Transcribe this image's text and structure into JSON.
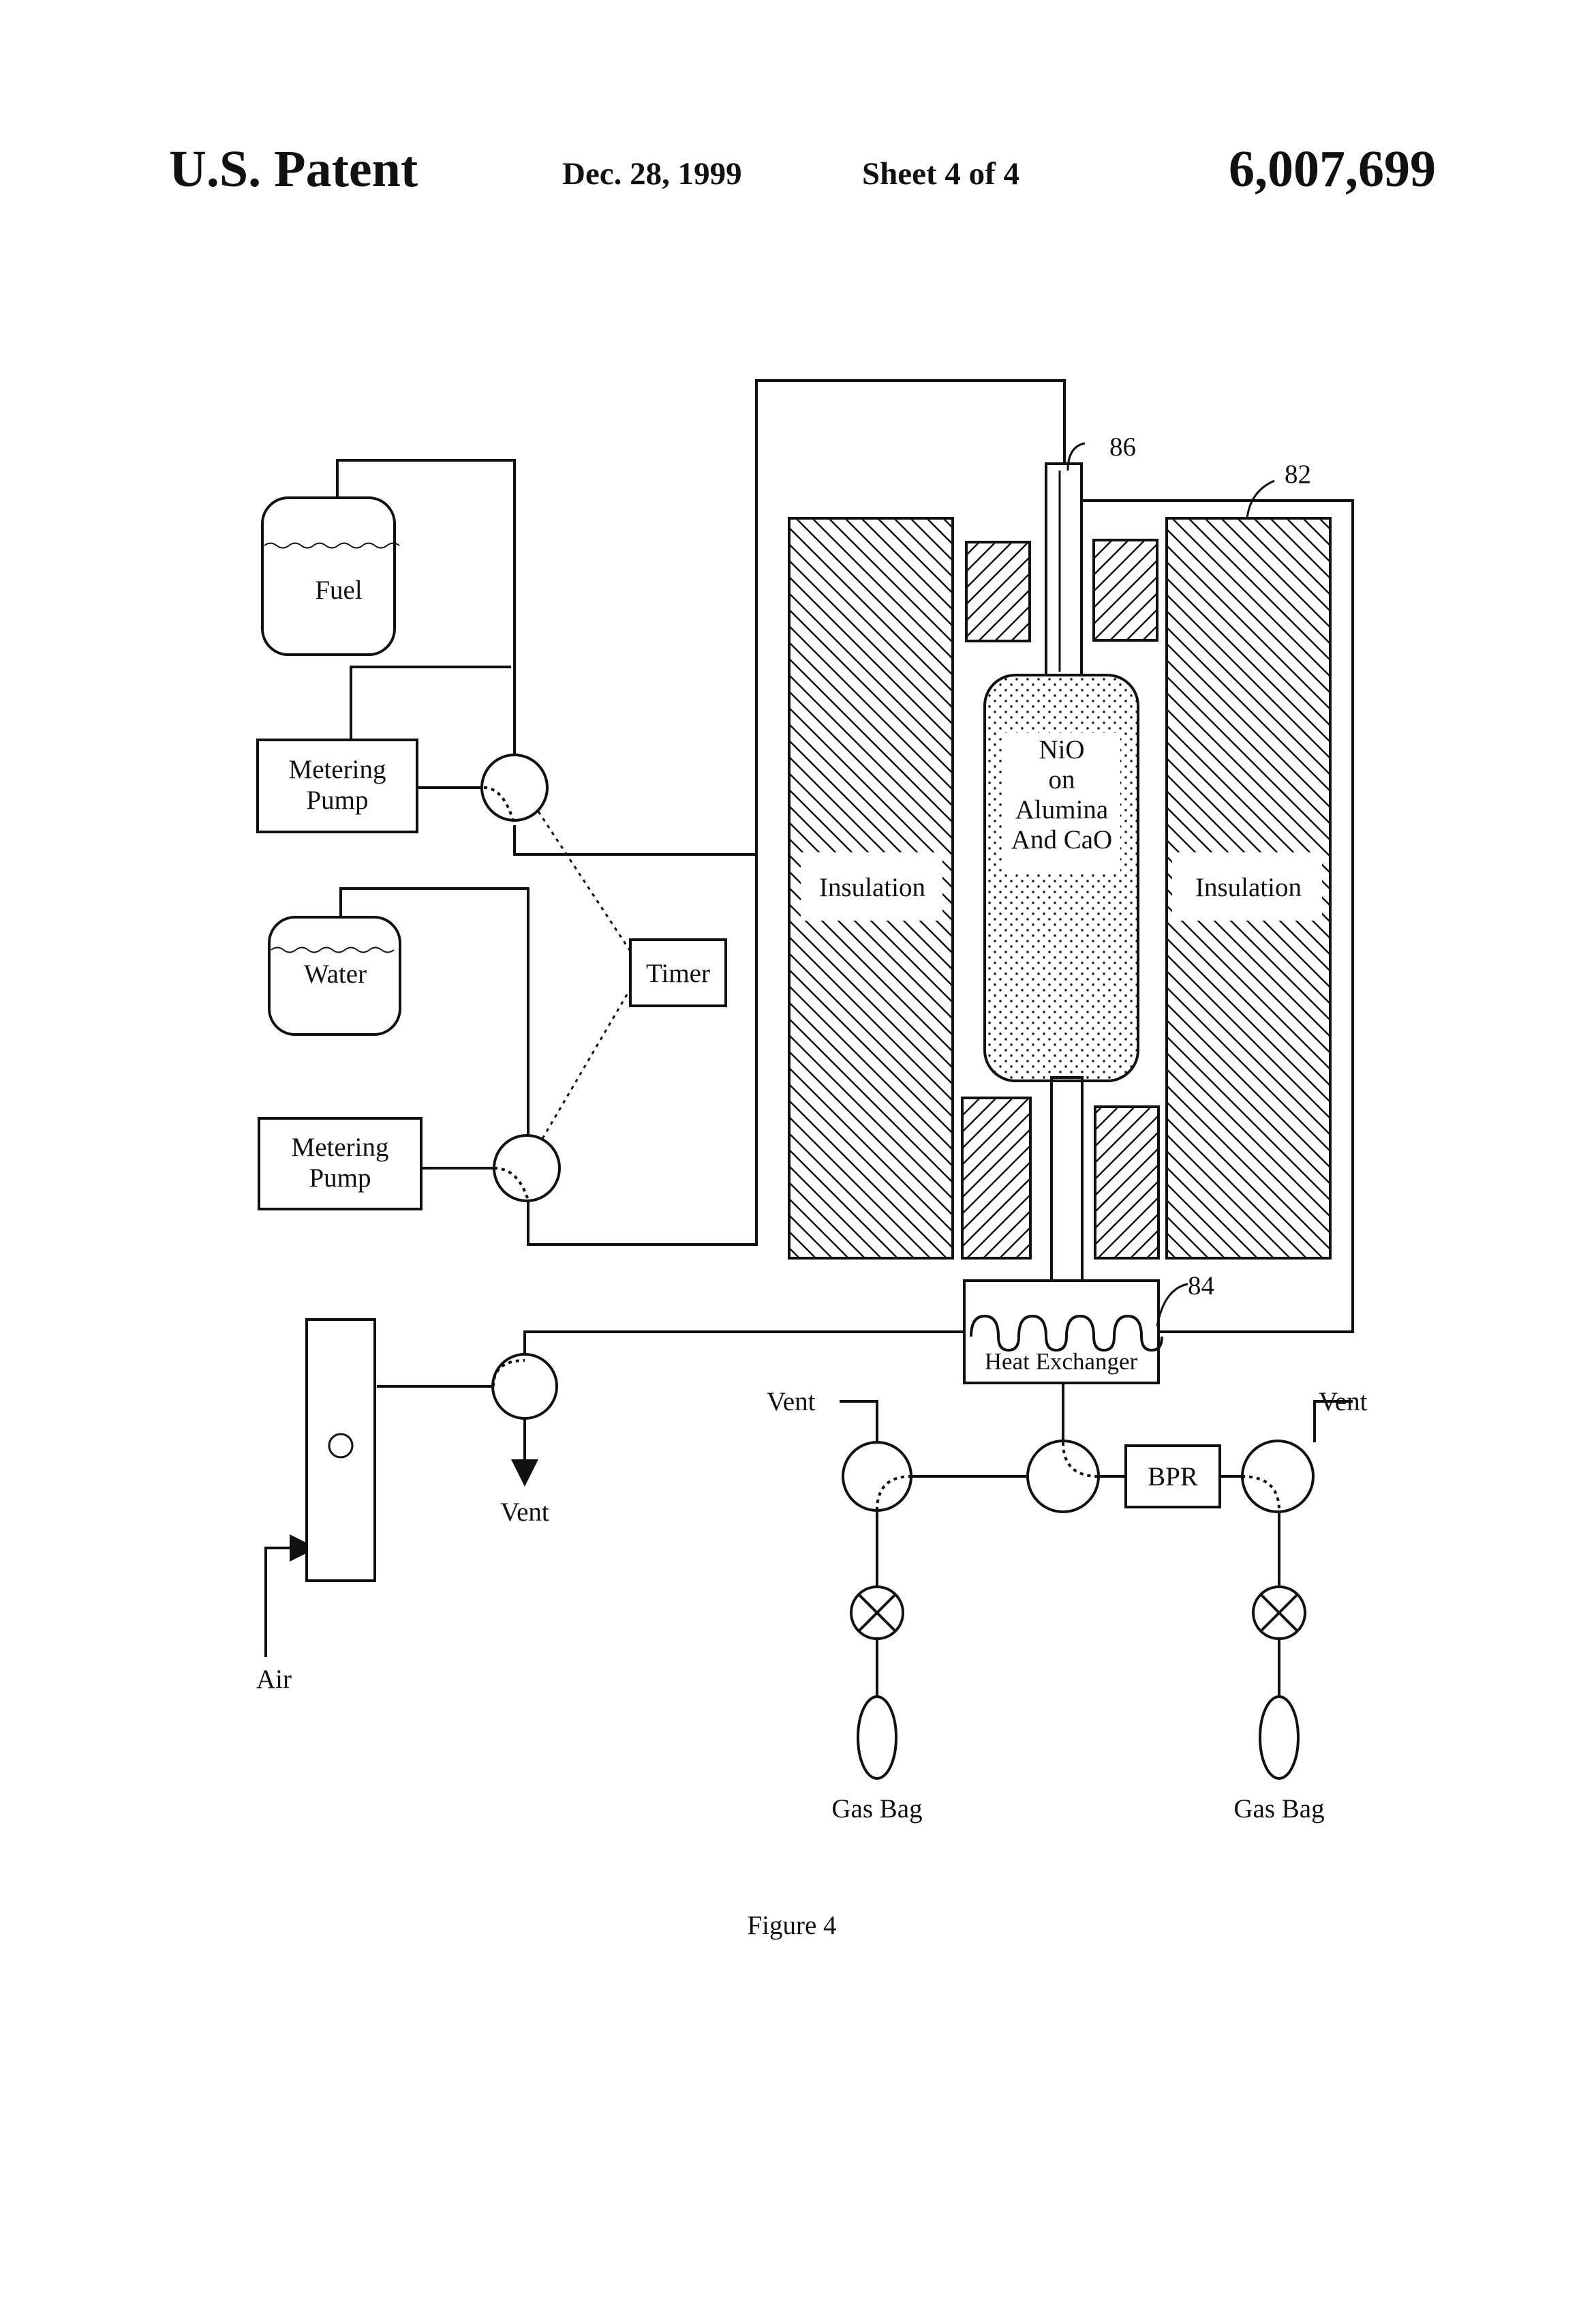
{
  "header": {
    "title": "U.S. Patent",
    "date": "Dec. 28, 1999",
    "sheet": "Sheet 4 of 4",
    "patent_number": "6,007,699"
  },
  "labels": {
    "fuel": "Fuel",
    "water": "Water",
    "metering_pump_top_line1": "Metering",
    "metering_pump_top_line2": "Pump",
    "metering_pump_bottom_line1": "Metering",
    "metering_pump_bottom_line2": "Pump",
    "timer": "Timer",
    "insulation_left": "Insulation",
    "insulation_right": "Insulation",
    "reactor_line1": "NiO",
    "reactor_line2": "on",
    "reactor_line3": "Alumina",
    "reactor_line4": "And CaO",
    "heat_exchanger": "Heat Exchanger",
    "bpr": "BPR",
    "vent_left_valve": "Vent",
    "vent_left_bag": "Vent",
    "vent_right_bag": "Vent",
    "air": "Air",
    "gas_bag_left": "Gas Bag",
    "gas_bag_right": "Gas Bag",
    "ref_86": "86",
    "ref_82": "82",
    "ref_84": "84",
    "caption": "Figure 4"
  },
  "colors": {
    "ink": "#111111",
    "paper": "#ffffff"
  }
}
